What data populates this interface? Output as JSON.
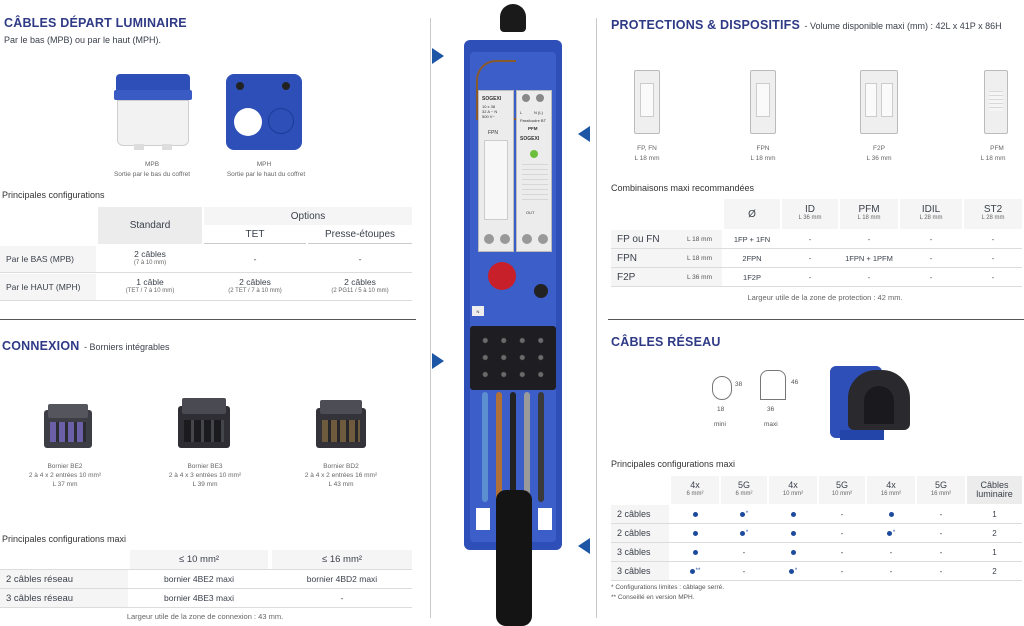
{
  "cables_depart": {
    "title": "CÂBLES DÉPART LUMINAIRE",
    "subtitle": "Par le bas (MPB) ou par le haut (MPH).",
    "mpb_label": "MPB",
    "mpb_caption": "Sortie par le bas du coffret",
    "mph_label": "MPH",
    "mph_caption": "Sortie par le haut du coffret",
    "configs_title": "Principales configurations",
    "header_standard": "Standard",
    "header_options": "Options",
    "header_tet": "TET",
    "header_presse": "Presse-étoupes",
    "rows": [
      {
        "label": "Par le BAS (MPB)",
        "standard": "2 câbles",
        "standard_sub": "(7 à 10 mm)",
        "tet": "-",
        "tet_sub": "",
        "presse": "-",
        "presse_sub": ""
      },
      {
        "label": "Par le HAUT (MPH)",
        "standard": "1 câble",
        "standard_sub": "(TET / 7 à 10 mm)",
        "tet": "2 câbles",
        "tet_sub": "(2 TET / 7 à 10 mm)",
        "presse": "2 câbles",
        "presse_sub": "(2 PG11 / 5 à 10 mm)"
      }
    ]
  },
  "connexion": {
    "title": "CONNEXION",
    "subtitle": "- Borniers intégrables",
    "borniers": [
      {
        "name": "Bornier BE2",
        "line1": "2 à 4 x 2 entrées 10 mm²",
        "line2": "L 37 mm"
      },
      {
        "name": "Bornier BE3",
        "line1": "2 à 4 x 3 entrées 10 mm²",
        "line2": "L 39 mm"
      },
      {
        "name": "Bornier BD2",
        "line1": "2 à 4 x 2 entrées 16 mm²",
        "line2": "L 43 mm"
      }
    ],
    "configs_title": "Principales configurations maxi",
    "header_10": "≤ 10 mm²",
    "header_16": "≤ 16 mm²",
    "rows": [
      {
        "label": "2 câbles réseau",
        "c10": "bornier 4BE2 maxi",
        "c16": "bornier 4BD2 maxi"
      },
      {
        "label": "3 câbles réseau",
        "c10": "bornier 4BE3 maxi",
        "c16": "-"
      }
    ],
    "footnote": "Largeur utile de la zone de connexion : 43 mm."
  },
  "center_device": {
    "brand": "SOGEXI",
    "fuse_lines": [
      "10 x 38",
      "32 A ~ N",
      "500 V~"
    ],
    "fpn": "FPN",
    "pfm": "PFM",
    "pfm_line": "Parafoudre BT",
    "brand2": "SOGEXI",
    "marker_l": "L",
    "marker_n": "N (L)",
    "out_label": "OUT",
    "tag_n": "N"
  },
  "protections": {
    "title": "PROTECTIONS & DISPOSITIFS",
    "subtitle": "- Volume disponible maxi (mm) : 42L x 41P x 86H",
    "devices": [
      {
        "name": "FP, FN",
        "size": "L 18 mm"
      },
      {
        "name": "FPN",
        "size": "L 18 mm"
      },
      {
        "name": "F2P",
        "size": "L 36 mm"
      },
      {
        "name": "PFM",
        "size": "L 18 mm"
      }
    ],
    "combos_title": "Combinaisons maxi recommandées",
    "headers": [
      {
        "label": "Ø",
        "sub": ""
      },
      {
        "label": "ID",
        "sub": "L 36 mm"
      },
      {
        "label": "PFM",
        "sub": "L 18 mm"
      },
      {
        "label": "IDIL",
        "sub": "L 28 mm"
      },
      {
        "label": "ST2",
        "sub": "L 28 mm"
      }
    ],
    "rows": [
      {
        "label": "FP ou FN",
        "size": "L 18 mm",
        "cells": [
          "1FP + 1FN",
          "-",
          "-",
          "-",
          "-"
        ]
      },
      {
        "label": "FPN",
        "size": "L 18 mm",
        "cells": [
          "2FPN",
          "-",
          "1FPN + 1PFM",
          "-",
          "-"
        ]
      },
      {
        "label": "F2P",
        "size": "L 36 mm",
        "cells": [
          "1F2P",
          "-",
          "-",
          "-",
          "-"
        ]
      }
    ],
    "footnote": "Largeur utile de la zone de protection : 42 mm."
  },
  "cables_reseau": {
    "title": "CÂBLES RÉSEAU",
    "mini_w": "18",
    "mini_h": "38",
    "mini_label": "mini",
    "maxi_w": "36",
    "maxi_h": "46",
    "maxi_label": "maxi",
    "configs_title": "Principales configurations maxi",
    "headers": [
      {
        "label": "4x",
        "sub": "6 mm²"
      },
      {
        "label": "5G",
        "sub": "6 mm²"
      },
      {
        "label": "4x",
        "sub": "10 mm²"
      },
      {
        "label": "5G",
        "sub": "10 mm²"
      },
      {
        "label": "4x",
        "sub": "16 mm²"
      },
      {
        "label": "5G",
        "sub": "16 mm²"
      },
      {
        "label": "Câbles luminaire",
        "sub": ""
      }
    ],
    "rows": [
      {
        "label": "2 câbles",
        "cells": [
          "dot",
          "dot*",
          "dot",
          "-",
          "dot",
          "-",
          "1"
        ]
      },
      {
        "label": "2 câbles",
        "cells": [
          "dot",
          "dot*",
          "dot",
          "-",
          "dot*",
          "-",
          "2"
        ]
      },
      {
        "label": "3 câbles",
        "cells": [
          "dot",
          "-",
          "dot",
          "-",
          "-",
          "-",
          "1"
        ]
      },
      {
        "label": "3 câbles",
        "cells": [
          "dot**",
          "-",
          "dot*",
          "-",
          "-",
          "-",
          "2"
        ]
      }
    ],
    "note1": "* Configurations limites : câblage serré.",
    "note2": "** Conseillé en version MPH."
  },
  "colors": {
    "blue": "#2e3a86",
    "accent": "#1c56a5",
    "enclosure": "#2f4fb8"
  }
}
